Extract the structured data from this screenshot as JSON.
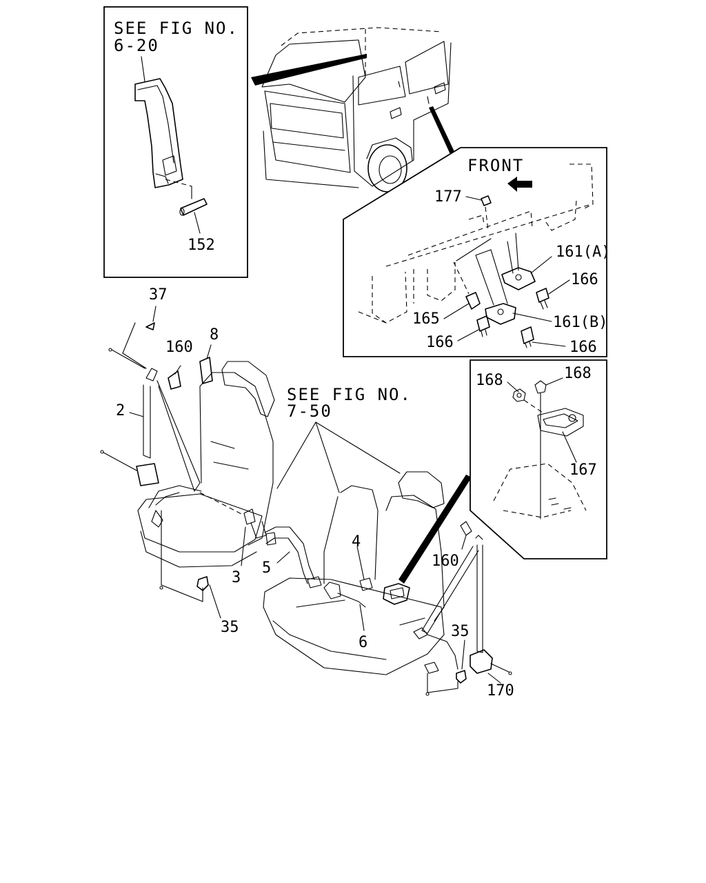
{
  "references": {
    "fig_6_20_line1": "SEE FIG NO.",
    "fig_6_20_line2": "6-20",
    "fig_7_50_line1": "SEE FIG NO.",
    "fig_7_50_line2": "7-50",
    "front": "FRONT"
  },
  "callouts": {
    "p152": "152",
    "p177": "177",
    "p161a": "161(A)",
    "p166_a": "166",
    "p165": "165",
    "p166_b": "166",
    "p161b": "161(B)",
    "p166_c": "166",
    "p37": "37",
    "p160_a": "160",
    "p8": "8",
    "p2": "2",
    "p3": "3",
    "p5": "5",
    "p35_a": "35",
    "p4": "4",
    "p6": "6",
    "p160_b": "160",
    "p35_b": "35",
    "p170": "170",
    "p168_a": "168",
    "p168_b": "168",
    "p167": "167"
  }
}
